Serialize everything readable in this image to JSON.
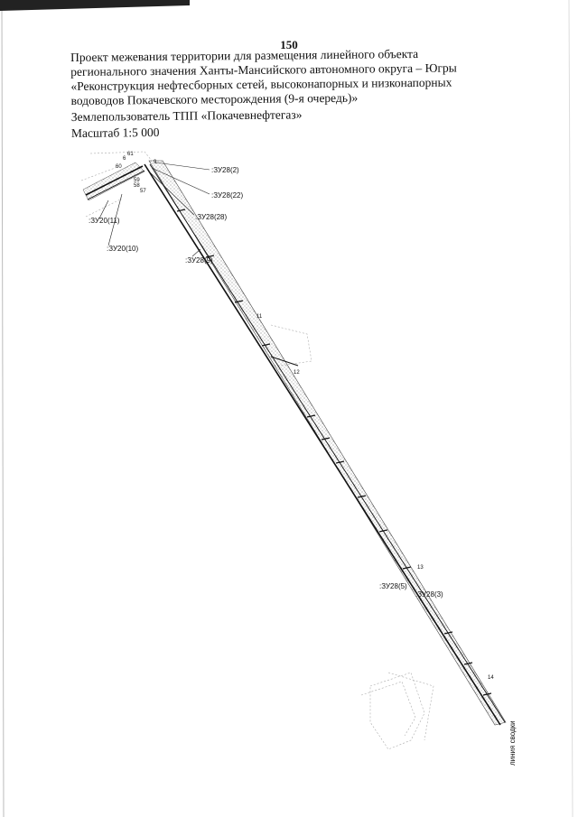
{
  "page_number": "150",
  "header": {
    "lines": [
      "Проект межевания территории для размещения линейного объекта",
      "регионального значения Ханты-Мансийского автономного округа – Югры",
      "«Реконструкция нефтесборных сетей, высоконапорных и низконапорных",
      "водоводов Покачевского месторождения (9-я очередь)»"
    ],
    "land_user": "Землепользователь ТПП «Покачевнефтегаз»",
    "scale": "Масштаб 1:5 000"
  },
  "map": {
    "parcel_labels": {
      "zu28_2": ":ЗУ28(2)",
      "zu28_22": ":ЗУ28(22)",
      "zu28_28": ":ЗУ28(28)",
      "zu20_11": ":ЗУ20(11)",
      "zu20_10": ":ЗУ20(10)",
      "zu28_9": ":ЗУ28(9)",
      "zu28_5": ":ЗУ28(5)",
      "zu28_3": ":ЗУ28(3)"
    },
    "point_labels": {
      "p11": "11",
      "p12": "12",
      "p13": "13",
      "p14": "14",
      "p9": "9",
      "p60": "60",
      "p61": "61",
      "p57": "57",
      "p58": "58",
      "p59": "59",
      "p6": "6"
    },
    "merge_line_label": "линия сводки"
  }
}
